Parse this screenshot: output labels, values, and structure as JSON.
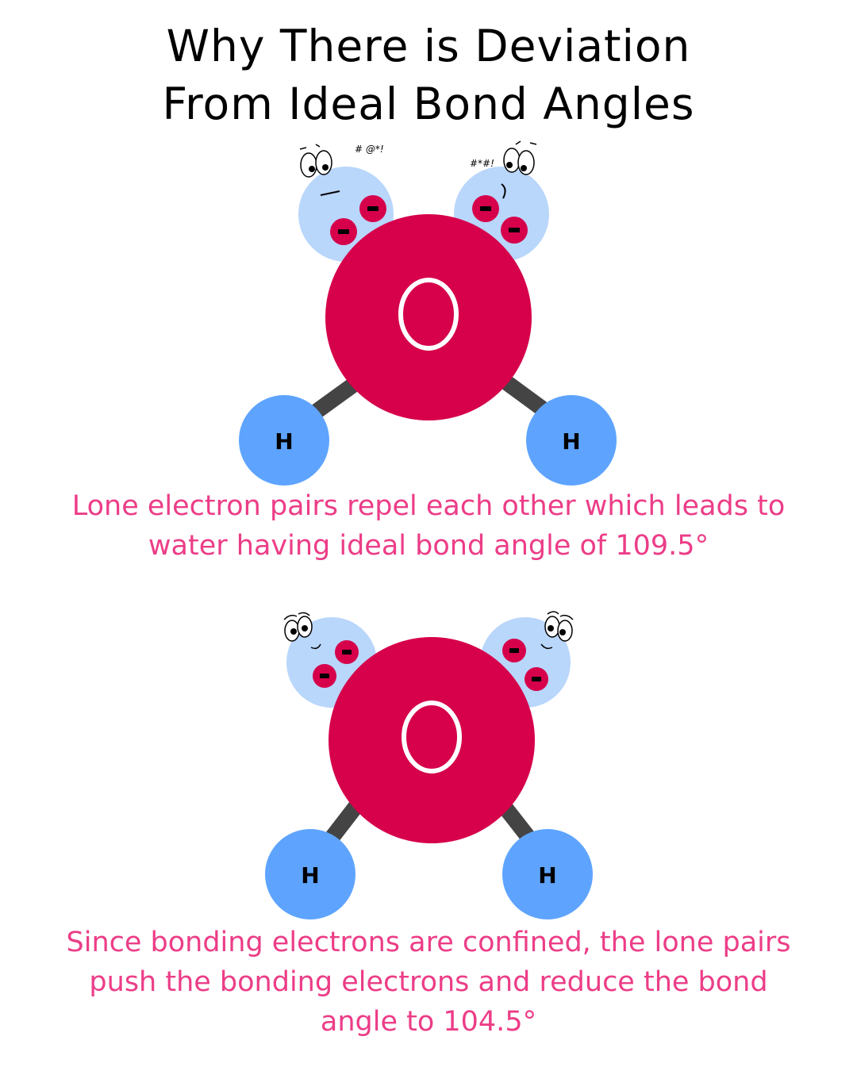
{
  "title": {
    "line1": "Why There is Deviation",
    "line2": "From Ideal Bond Angles"
  },
  "colors": {
    "oxygen": "#d6004b",
    "hydrogen": "#5ea4ff",
    "lone_pair_cloud": "#b9d6fb",
    "electron": "#d6004b",
    "bond": "#444444",
    "caption": "#ec3d87"
  },
  "molecules": [
    {
      "oxygen_label": "O",
      "hydrogen_left_label": "H",
      "hydrogen_right_label": "H",
      "curse_left": "# @*!",
      "curse_right": "#*#!",
      "electron_charge": "-",
      "caption": "Lone electron pairs repel each other which leads to water having ideal bond angle of 109.5°"
    },
    {
      "oxygen_label": "O",
      "hydrogen_left_label": "H",
      "hydrogen_right_label": "H",
      "electron_charge": "-",
      "caption": "Since bonding electrons are confined, the lone pairs push the bonding electrons and reduce the bond angle to 104.5°"
    }
  ]
}
